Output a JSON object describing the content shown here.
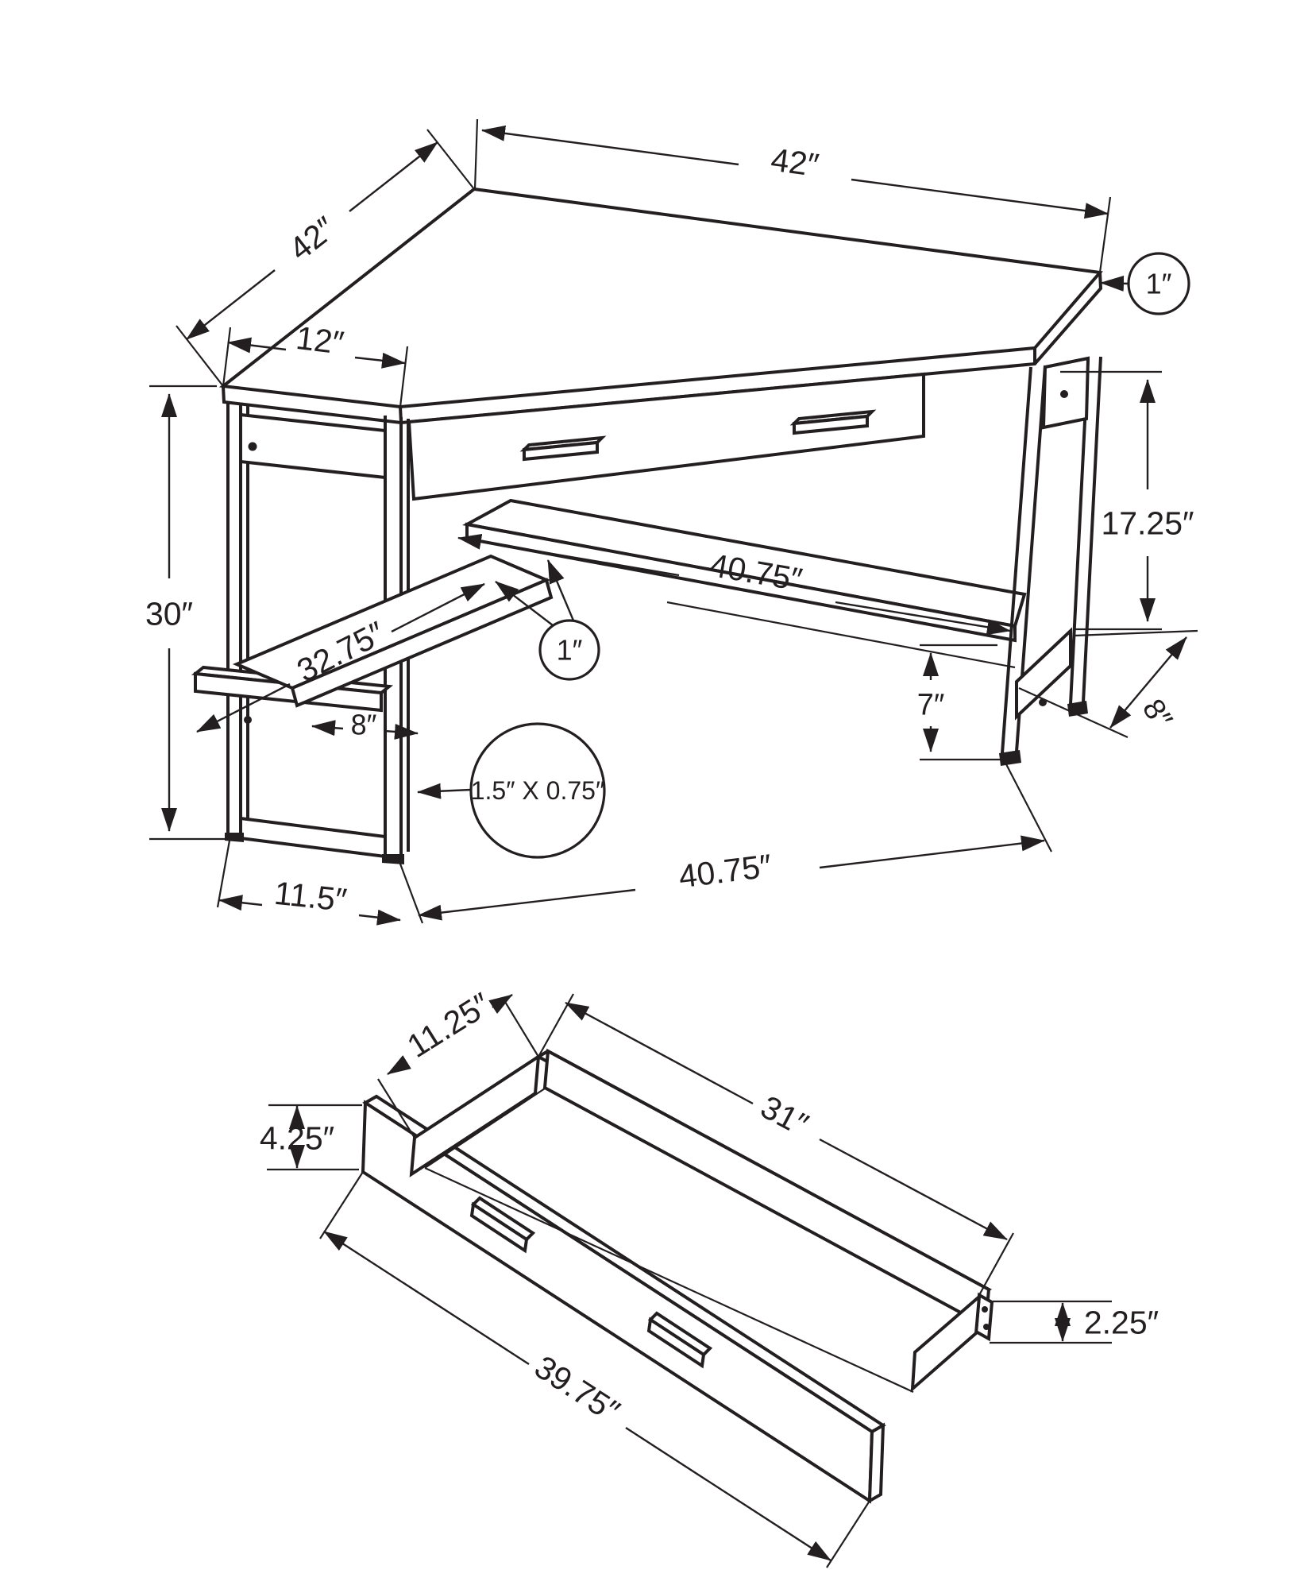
{
  "page": {
    "background": "#ffffff",
    "line_color": "#231f20"
  },
  "desk": {
    "top_width": "42″",
    "top_side": "42″",
    "corner_edge": "12″",
    "top_thickness": "1″",
    "apron_to_shelf": "17.25″",
    "height": "30″",
    "shelf_length": "40.75″",
    "shelf_diagonal": "32.75″",
    "left_shelf_depth": "8″",
    "shelf_thickness": "1″",
    "shelf_to_floor": "7″",
    "right_shelf_depth": "8″",
    "frame_profile": "1.5″ X 0.75″",
    "base_span": "40.75″",
    "leg_footprint": "11.5″"
  },
  "drawer": {
    "inner_depth": "11.25″",
    "inner_length": "31″",
    "front_height": "4.25″",
    "side_height": "2.25″",
    "front_length": "39.75″"
  }
}
